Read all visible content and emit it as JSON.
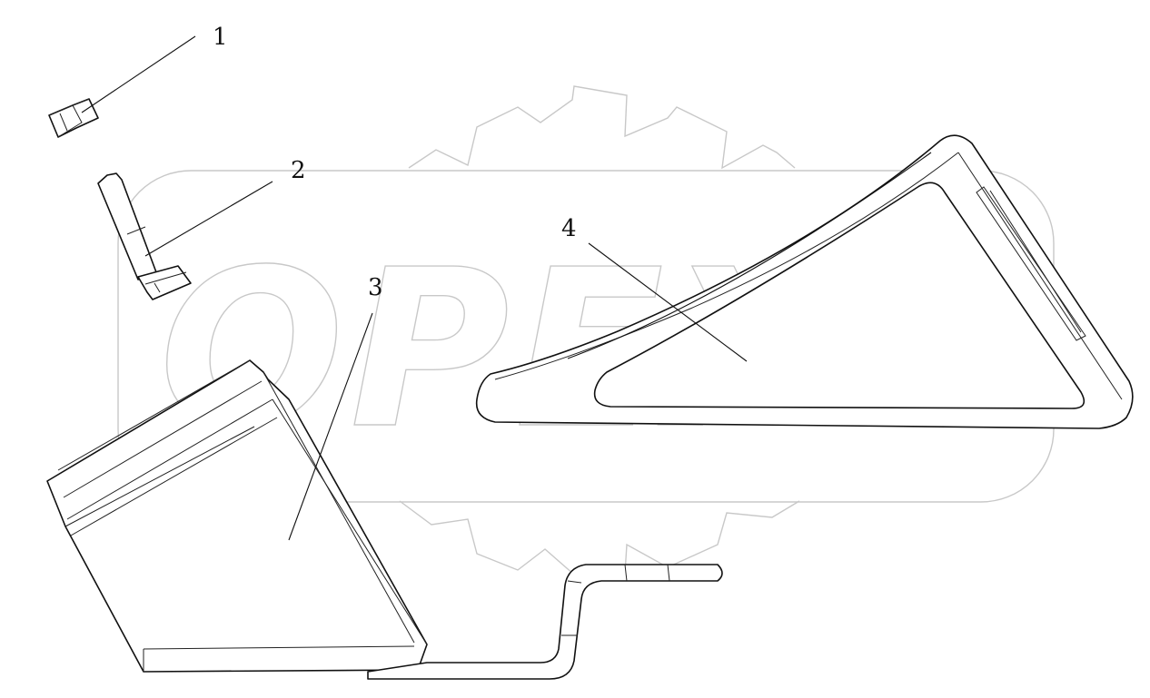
{
  "watermark": {
    "text": "OPEX"
  },
  "corner_mark": "",
  "callouts": [
    "1",
    "2",
    "3",
    "4"
  ]
}
